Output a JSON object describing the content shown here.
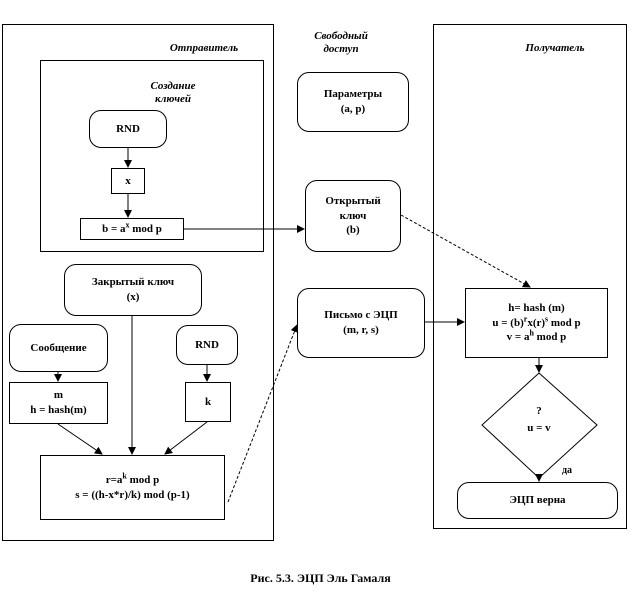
{
  "labels": {
    "sender": "Отправитель",
    "key_creation_1": "Создание",
    "key_creation_2": "ключей",
    "free_access_1": "Свободный",
    "free_access_2": "доступ",
    "receiver": "Получатель"
  },
  "sender": {
    "rnd1": "RND",
    "x": "x",
    "b_prefix": "b = a",
    "b_sup": "x",
    "b_suffix": " mod p",
    "private_key_1": "Закрытый  ключ",
    "private_key_2": "(x)",
    "message": "Сообщение",
    "m_1": "m",
    "m_2": "h = hash(m)",
    "rnd2": "RND",
    "k": "k",
    "r_prefix": "r=a",
    "r_sup": "k",
    "r_suffix": " mod p",
    "s_line": "s = ((h-x*r)/k)  mod (p-1)"
  },
  "free": {
    "params_1": "Параметры",
    "params_2": "(a, p)",
    "public_key_1": "Открытый",
    "public_key_2": "ключ",
    "public_key_3": "(b)",
    "letter_1": "Письмо с ЭЦП",
    "letter_2": "(m, r, s)"
  },
  "receiver": {
    "h_line": "h= hash (m)",
    "u_p1": "u = (b)",
    "u_s1": "r",
    "u_p2": "x(r)",
    "u_s2": "s",
    "u_p3": " mod p",
    "v_p1": "v = a",
    "v_s1": "h",
    "v_p2": " mod p",
    "q1": "?",
    "q2": "u = v",
    "yes": "да",
    "valid": "ЭЦП верна"
  },
  "caption": "Рис. 5.3. ЭЦП Эль Гамаля"
}
